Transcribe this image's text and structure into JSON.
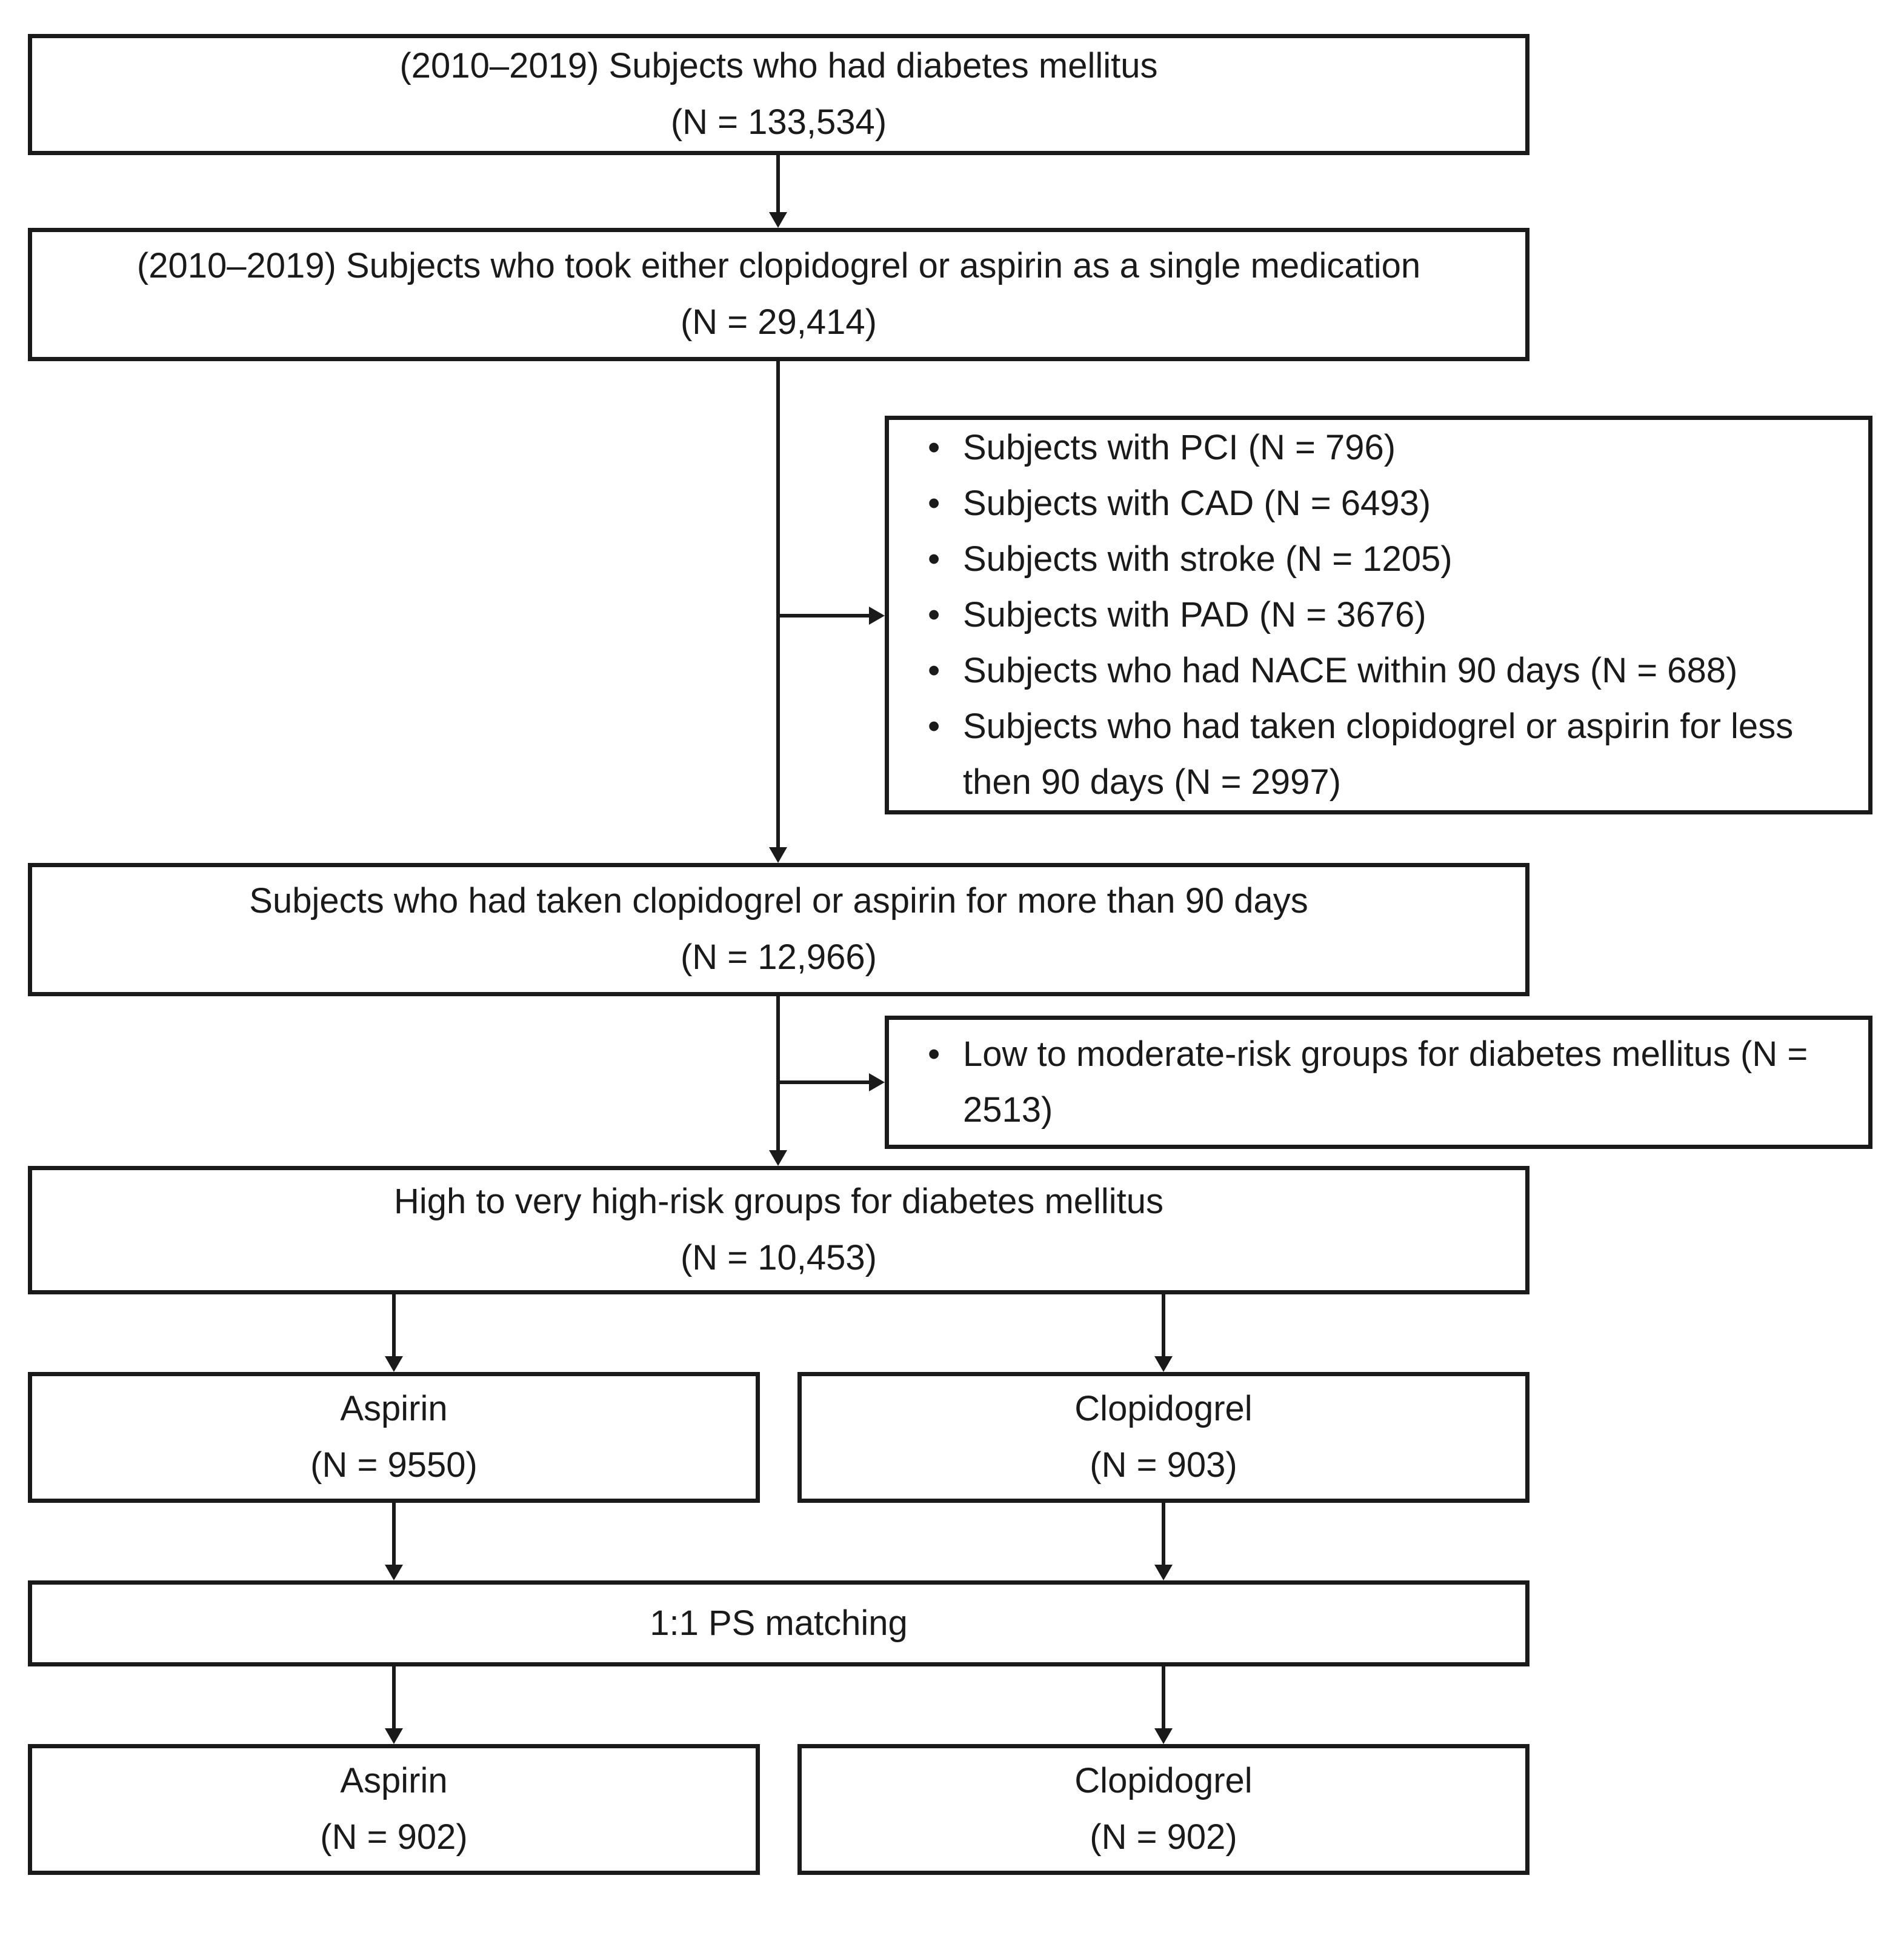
{
  "colors": {
    "ink": "#1a1a1a",
    "background": "#ffffff"
  },
  "boxes": {
    "b1": {
      "line1": "(2010–2019) Subjects who had diabetes mellitus",
      "line2": "(N = 133,534)"
    },
    "b2": {
      "line1": "(2010–2019) Subjects who took either clopidogrel or aspirin as a single medication",
      "line2": "(N = 29,414)"
    },
    "excl1": {
      "items": [
        "Subjects with PCI (N = 796)",
        "Subjects with CAD (N = 6493)",
        "Subjects with stroke (N = 1205)",
        "Subjects with PAD (N = 3676)",
        "Subjects who had NACE within 90 days (N = 688)",
        "Subjects who had taken clopidogrel or aspirin for less then 90 days (N = 2997)"
      ]
    },
    "b3": {
      "line1": "Subjects who had taken clopidogrel or aspirin for more than 90 days",
      "line2": "(N = 12,966)"
    },
    "excl2": {
      "items": [
        "Low to moderate-risk groups for diabetes mellitus (N = 2513)"
      ]
    },
    "b4": {
      "line1": "High to very high-risk groups for diabetes mellitus",
      "line2": "(N = 10,453)"
    },
    "asp1": {
      "line1": "Aspirin",
      "line2": "(N = 9550)"
    },
    "clo1": {
      "line1": "Clopidogrel",
      "line2": "(N = 903)"
    },
    "ps": {
      "line1": "1:1 PS matching"
    },
    "asp2": {
      "line1": "Aspirin",
      "line2": "(N = 902)"
    },
    "clo2": {
      "line1": "Clopidogrel",
      "line2": "(N = 902)"
    }
  }
}
